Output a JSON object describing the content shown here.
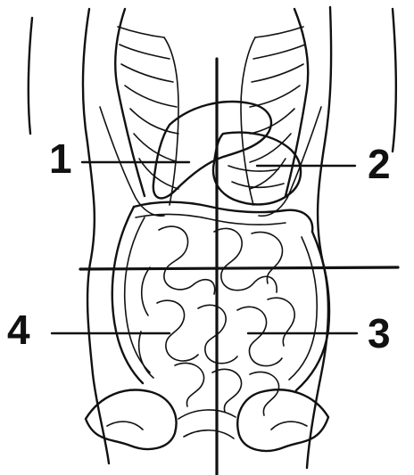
{
  "labels": {
    "l1": "1",
    "l2": "2",
    "l3": "3",
    "l4": "4"
  },
  "colors": {
    "ink": "#111111",
    "background": "#ffffff"
  }
}
